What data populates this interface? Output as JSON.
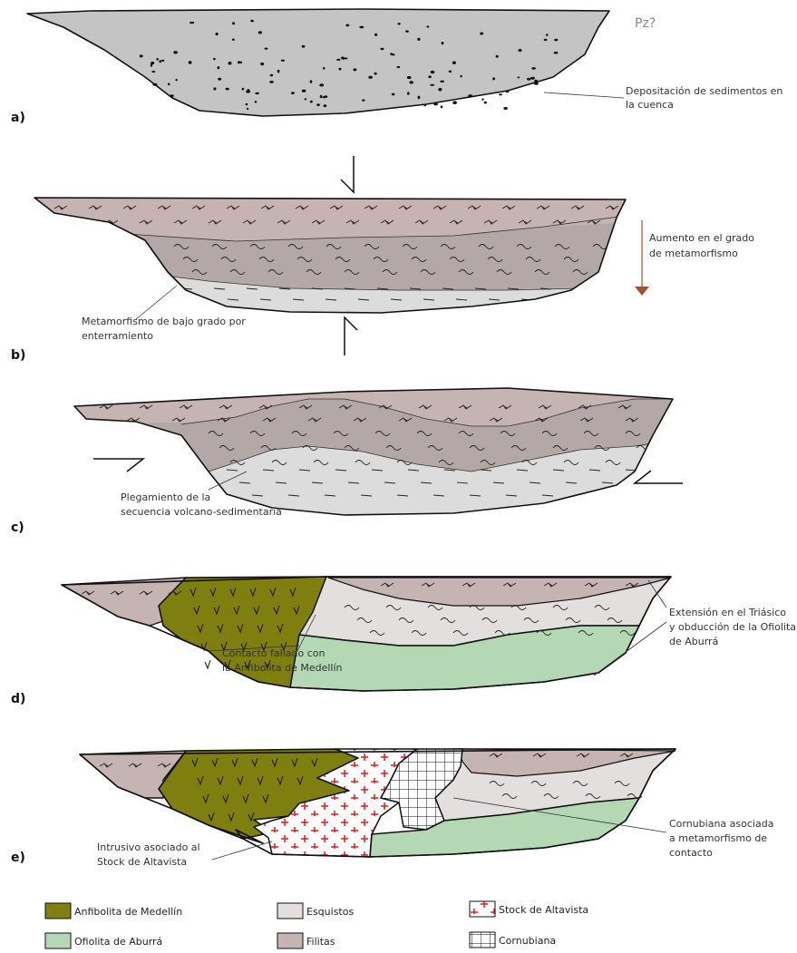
{
  "colors": {
    "basin": "#c4c4c4",
    "filitas": "#c6b4b4",
    "esquistos_dark": "#b3a7a7",
    "esquistos_light": "#e3dfdf",
    "lower_grey": "#dcdcdc",
    "anfibolita": "#7f7f10",
    "ofiolita": "#b3d8b3",
    "arrow": "#a0522d",
    "stock_cross": "#e21a1a"
  },
  "panels": {
    "a": {
      "label": "a)",
      "pz": "Pz?",
      "annotation_1": "Depositación de sedimentos en",
      "annotation_2": "la cuenca"
    },
    "b": {
      "label": "b)",
      "arrow_1": "Aumento en el grado",
      "arrow_2": "de metamorfismo",
      "annotation_1": "Metamorfismo de bajo grado por",
      "annotation_2": "enterramiento"
    },
    "c": {
      "label": "c)",
      "annotation_1": "Plegamiento de la",
      "annotation_2": "secuencia volcano-sedimentaria"
    },
    "d": {
      "label": "d)",
      "left_1": "Contacto fallado con",
      "left_2": "la Anfibolita de Medellín",
      "right_1": "Extensión en el Triásico",
      "right_2": "y obducción de la Ofiolita",
      "right_3": "de Aburrá"
    },
    "e": {
      "label": "e)",
      "left_1": "Intrusivo asociado al",
      "left_2": "Stock de Altavista",
      "right_1": "Cornubiana asociada",
      "right_2": "a metamorfismo de",
      "right_3": "contacto"
    }
  },
  "legend": [
    {
      "label": "Anfibolita de Medellín",
      "icon": "anfibolita-swatch"
    },
    {
      "label": "Ofiolita de Aburrá",
      "icon": "ofiolita-swatch"
    },
    {
      "label": "Esquistos",
      "icon": "esquistos-swatch"
    },
    {
      "label": "Filitas",
      "icon": "filitas-swatch"
    },
    {
      "label": "Stock de Altavista",
      "icon": "stock-swatch"
    },
    {
      "label": "Cornubiana",
      "icon": "cornubiana-swatch"
    }
  ]
}
